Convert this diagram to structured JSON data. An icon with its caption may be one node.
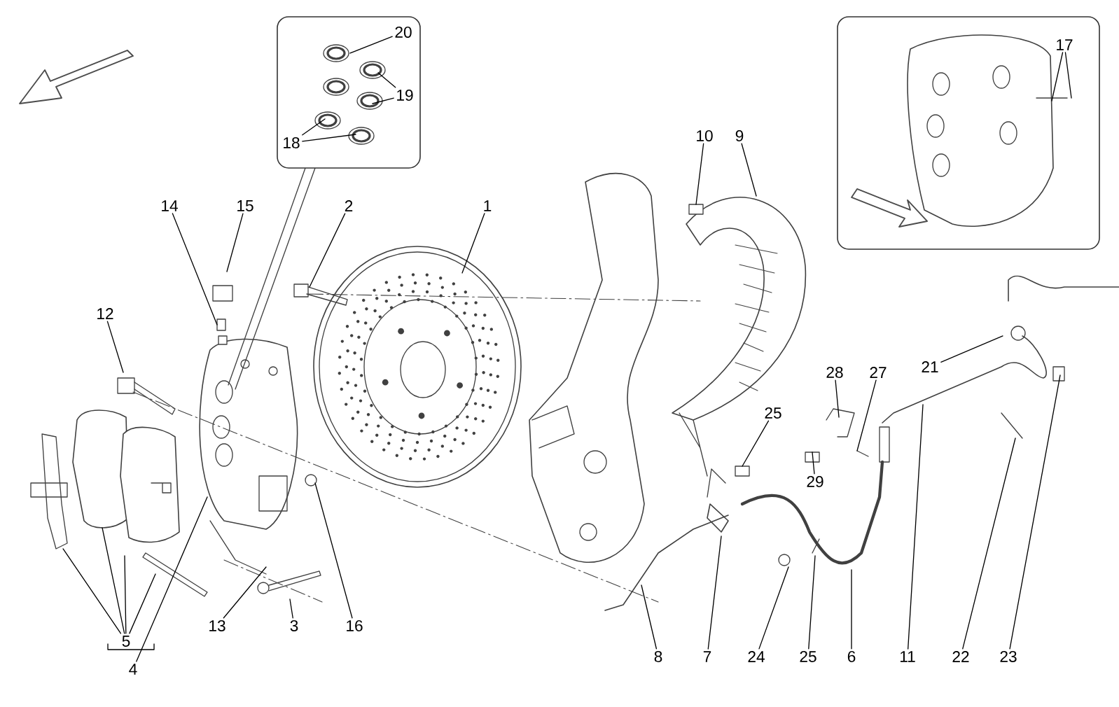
{
  "diagram": {
    "nodes": [
      {
        "text": [],
        "shape": "box"
      },
      {
        "text": [
          "20"
        ],
        "in": 0
      },
      {
        "text": [
          "19"
        ],
        "in": 0
      },
      {
        "text": [
          "18"
        ],
        "in": 0
      },
      {
        "text": [],
        "shape": "box"
      },
      {
        "text": [
          "17"
        ],
        "in": 4
      },
      {
        "text": [
          "10"
        ]
      },
      {
        "text": [
          "9"
        ]
      },
      {
        "text": [
          "14"
        ]
      },
      {
        "text": [
          "15"
        ]
      },
      {
        "text": [
          "2"
        ]
      },
      {
        "text": [
          "1"
        ]
      },
      {
        "text": [
          "12"
        ]
      },
      {
        "text": [
          "28"
        ]
      },
      {
        "text": [
          "27"
        ]
      },
      {
        "text": [
          "21"
        ]
      },
      {
        "text": [
          "25"
        ]
      },
      {
        "text": [
          "29"
        ]
      },
      {
        "text": [
          "5"
        ]
      },
      {
        "text": [
          "4"
        ]
      },
      {
        "text": [
          "13"
        ]
      },
      {
        "text": [
          "3"
        ]
      },
      {
        "text": [
          "16"
        ]
      },
      {
        "text": [
          "8"
        ]
      },
      {
        "text": [
          "7"
        ]
      },
      {
        "text": [
          "24"
        ]
      },
      {
        "text": [
          "25"
        ]
      },
      {
        "text": [
          "6"
        ]
      },
      {
        "text": [
          "11"
        ]
      },
      {
        "text": [
          "22"
        ]
      },
      {
        "text": [
          "23"
        ]
      }
    ],
    "edges": [
      {
        "from": 1,
        "to": null,
        "arrow": "none"
      },
      {
        "from": 2,
        "to": null,
        "arrow": "none"
      },
      {
        "from": 2,
        "to": null,
        "arrow": "none"
      },
      {
        "from": 3,
        "to": null,
        "arrow": "none"
      },
      {
        "from": 3,
        "to": null,
        "arrow": "none"
      },
      {
        "from": 5,
        "to": null,
        "arrow": "none"
      },
      {
        "from": 5,
        "to": null,
        "arrow": "none"
      },
      {
        "from": 6,
        "to": null,
        "arrow": "none"
      },
      {
        "from": 7,
        "to": null,
        "arrow": "none"
      },
      {
        "from": 8,
        "to": null,
        "arrow": "none"
      },
      {
        "from": 9,
        "to": null,
        "arrow": "none"
      },
      {
        "from": 10,
        "to": null,
        "arrow": "none"
      },
      {
        "from": 11,
        "to": null,
        "arrow": "none"
      },
      {
        "from": 12,
        "to": null,
        "arrow": "none"
      },
      {
        "from": 13,
        "to": null,
        "arrow": "none"
      },
      {
        "from": 14,
        "to": null,
        "arrow": "none"
      },
      {
        "from": 15,
        "to": null,
        "arrow": "none"
      },
      {
        "from": 16,
        "to": null,
        "arrow": "none"
      },
      {
        "from": 17,
        "to": null,
        "arrow": "none"
      },
      {
        "from": 18,
        "to": null,
        "arrow": "none"
      },
      {
        "from": 18,
        "to": null,
        "arrow": "none"
      },
      {
        "from": 18,
        "to": null,
        "arrow": "none"
      },
      {
        "from": 18,
        "to": null,
        "arrow": "none"
      },
      {
        "from": 19,
        "to": null,
        "arrow": "none"
      },
      {
        "from": 20,
        "to": null,
        "arrow": "none"
      },
      {
        "from": 21,
        "to": null,
        "arrow": "none"
      },
      {
        "from": 22,
        "to": null,
        "arrow": "none"
      },
      {
        "from": 23,
        "to": null,
        "arrow": "none"
      },
      {
        "from": 24,
        "to": null,
        "arrow": "none"
      },
      {
        "from": 25,
        "to": null,
        "arrow": "none"
      },
      {
        "from": 26,
        "to": null,
        "arrow": "none"
      },
      {
        "from": 27,
        "to": null,
        "arrow": "none"
      },
      {
        "from": 28,
        "to": null,
        "arrow": "none"
      },
      {
        "from": 29,
        "to": null,
        "arrow": "none"
      },
      {
        "from": 30,
        "to": null,
        "arrow": "none"
      }
    ]
  }
}
